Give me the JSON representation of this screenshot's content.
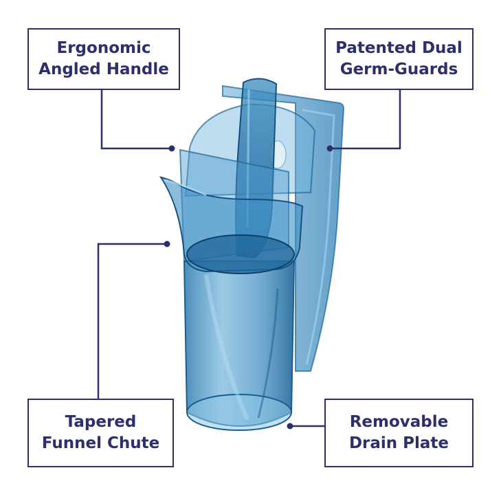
{
  "labels": {
    "handle": {
      "line1": "Ergonomic",
      "line2": "Angled Handle"
    },
    "guards": {
      "line1": "Patented Dual",
      "line2": "Germ-Guards"
    },
    "chute": {
      "line1": "Tapered",
      "line2": "Funnel Chute"
    },
    "drain": {
      "line1": "Removable",
      "line2": "Drain Plate"
    }
  },
  "colors": {
    "label_navy": "#2b2f6b",
    "product_blue": "#2f7fb5",
    "product_light": "#8ec6e6"
  },
  "icons": {
    "product": "scoop-holder-illustration"
  }
}
